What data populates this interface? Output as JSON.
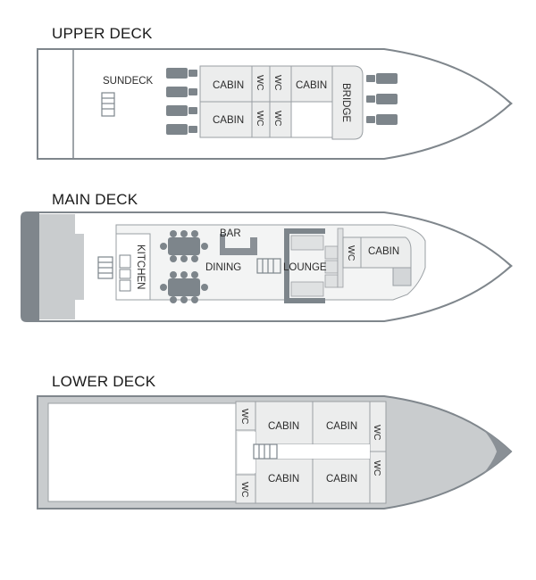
{
  "decks": {
    "upper": {
      "title": "UPPER DECK",
      "labels": {
        "sundeck": "SUNDECK",
        "cabin1": "CABIN",
        "cabin2": "CABIN",
        "cabin3": "CABIN",
        "wc1": "WC",
        "wc2": "WC",
        "wc3": "WC",
        "wc4": "WC",
        "bridge": "BRIDGE"
      }
    },
    "main": {
      "title": "MAIN DECK",
      "labels": {
        "kitchen": "KITCHEN",
        "bar": "BAR",
        "dining": "DINING",
        "lounge": "LOUNGE",
        "wc": "WC",
        "cabin": "CABIN"
      }
    },
    "lower": {
      "title": "LOWER DECK",
      "labels": {
        "wc1": "WC",
        "wc2": "WC",
        "wc3": "WC",
        "wc4": "WC",
        "cabin1": "CABIN",
        "cabin2": "CABIN",
        "cabin3": "CABIN",
        "cabin4": "CABIN"
      }
    }
  },
  "colors": {
    "hull_outline": "#7f868c",
    "hull_dark": "#8a9096",
    "room_fill": "#eceded",
    "deck_fill": "#f3f4f4",
    "hull_grey": "#c9ccce",
    "furniture": "#7d858b"
  }
}
